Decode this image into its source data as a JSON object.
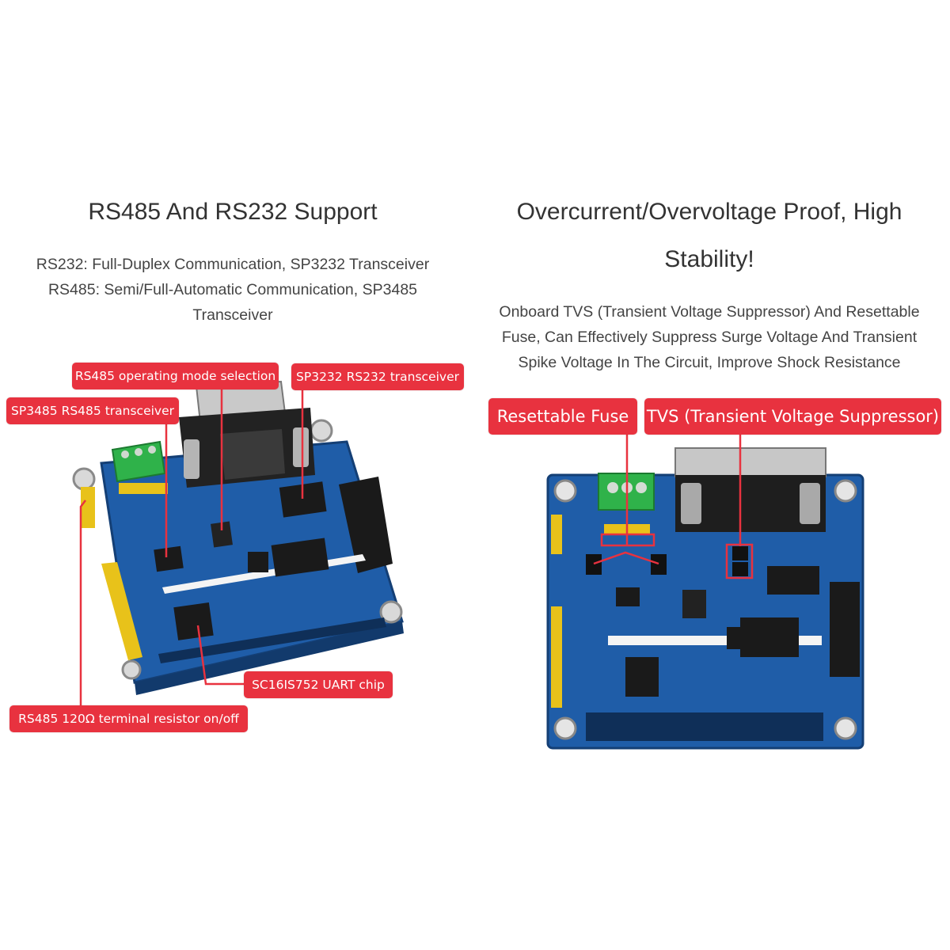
{
  "left": {
    "heading": "RS485 And RS232 Support",
    "desc_lines": [
      "RS232: Full-Duplex Communication, SP3232 Transceiver",
      "RS485: Semi/Full-Automatic Communication, SP3485",
      "Transceiver"
    ],
    "callouts": {
      "mode_selection": "RS485 operating mode selection",
      "sp3232": "SP3232 RS232 transceiver",
      "sp3485": "SP3485 RS485 transceiver",
      "uart_chip": "SC16IS752 UART chip",
      "terminal_resistor": "RS485 120Ω terminal resistor on/off"
    }
  },
  "right": {
    "heading_lines": [
      "Overcurrent/Overvoltage Proof, High",
      "Stability!"
    ],
    "desc_lines": [
      "Onboard TVS (Transient Voltage Suppressor) And Resettable",
      "Fuse, Can Effectively Suppress Surge Voltage And Transient",
      "Spike Voltage In The Circuit, Improve Shock Resistance"
    ],
    "callouts": {
      "fuse": "Resettable Fuse",
      "tvs": "TVS (Transient Voltage Suppressor)"
    }
  },
  "colors": {
    "callout": "#e8323f",
    "pcb": "#1f5da8",
    "pin_header": "#e8c21a",
    "terminal_block": "#2fb24a"
  }
}
